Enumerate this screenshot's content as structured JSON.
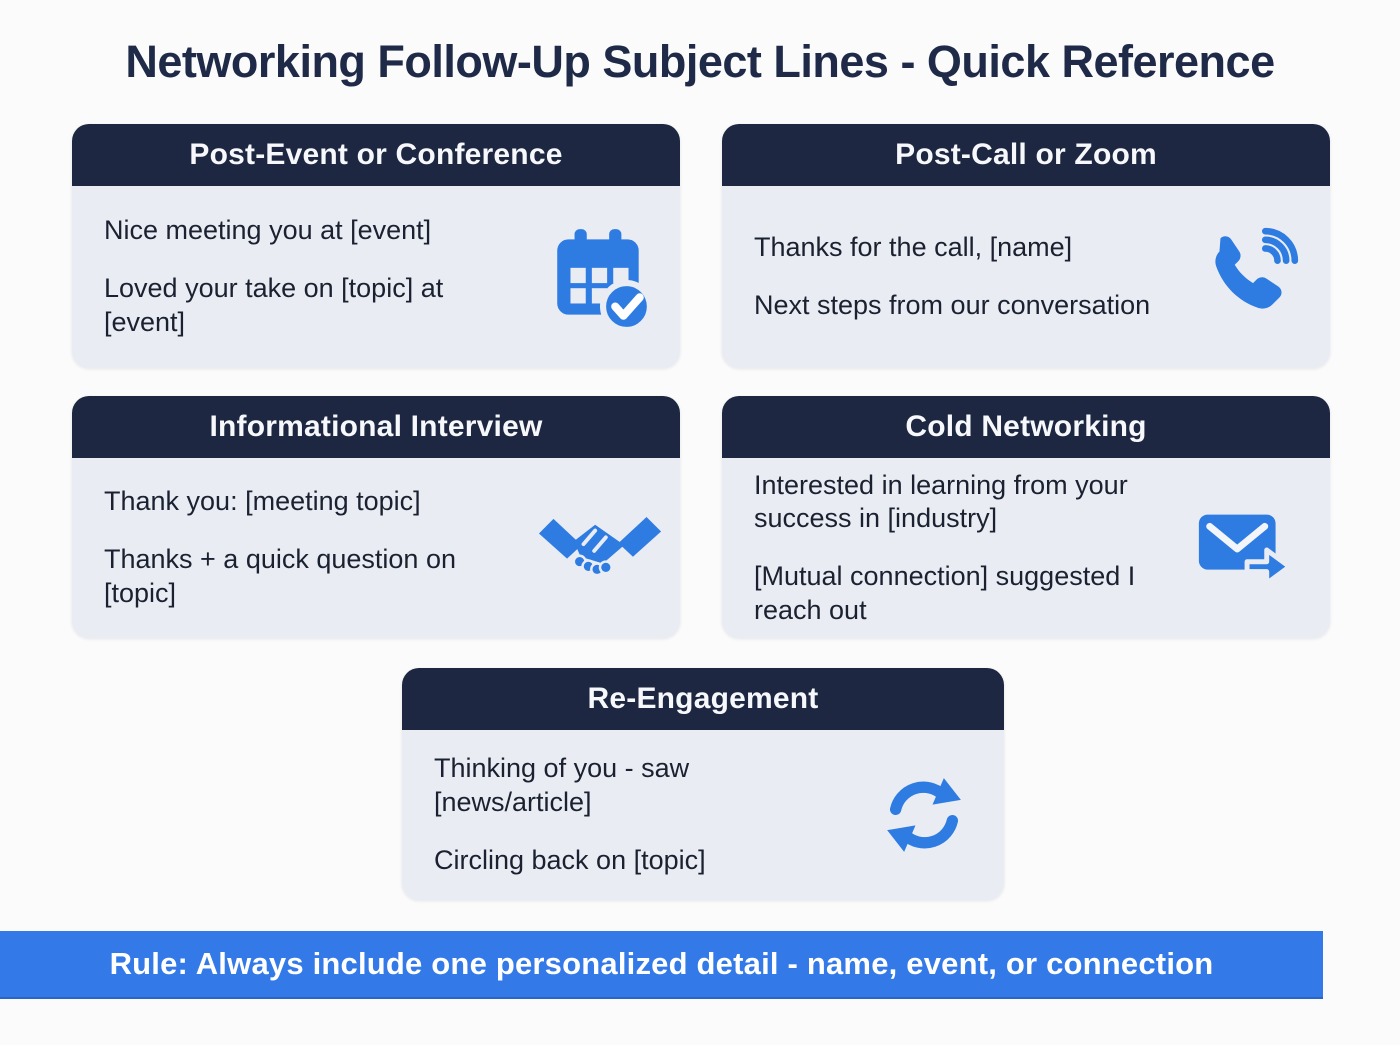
{
  "title": "Networking Follow-Up Subject Lines - Quick Reference",
  "cards": [
    {
      "title": "Post-Event or Conference",
      "icon": "calendar-check-icon",
      "lines": [
        "Nice meeting you at [event]",
        "Loved your take on [topic] at [event]"
      ]
    },
    {
      "title": "Post-Call or Zoom",
      "icon": "phone-call-icon",
      "lines": [
        "Thanks for the call, [name]",
        "Next steps from our conversation"
      ]
    },
    {
      "title": "Informational Interview",
      "icon": "handshake-icon",
      "lines": [
        "Thank you: [meeting topic]",
        "Thanks + a quick question on [topic]"
      ]
    },
    {
      "title": "Cold Networking",
      "icon": "envelope-forward-icon",
      "lines": [
        "Interested in learning from your success in [industry]",
        "[Mutual connection] suggested I reach out"
      ]
    },
    {
      "title": "Re-Engagement",
      "icon": "refresh-icon",
      "lines": [
        "Thinking of you - saw [news/article]",
        "Circling back on [topic]"
      ]
    }
  ],
  "footer": {
    "rule_text": "Rule: Always include one personalized detail - name, event, or connection"
  },
  "colors": {
    "title_navy": "#1e2a47",
    "header_navy": "#1d2741",
    "card_body_gray": "#e9edf3",
    "accent_blue": "#2e7ce2",
    "banner_blue": "#3379e8",
    "body_text": "#1b2130"
  }
}
